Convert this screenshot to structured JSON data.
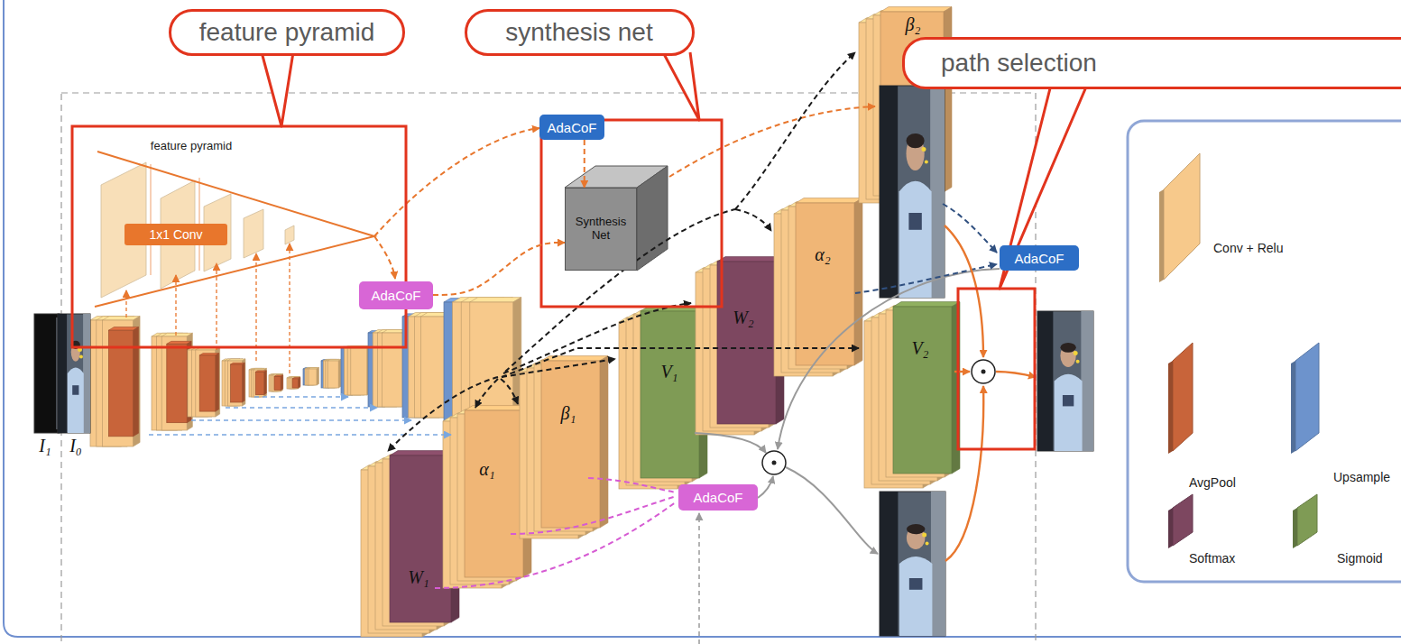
{
  "diagram": {
    "nodes": [
      {
        "text": [
          "feature pyramid"
        ]
      },
      {
        "text": [
          "synthesis net"
        ]
      },
      {
        "text": [
          "path selection"
        ]
      },
      {
        "text": [
          "1x1 Conv"
        ]
      },
      {
        "text": [
          "AdaCoF"
        ]
      },
      {
        "text": [
          "Synthesis Net"
        ]
      },
      {
        "text": [
          "AdaCoF"
        ]
      },
      {
        "text": [
          "AdaCoF"
        ]
      },
      {
        "text": [
          "AdaCoF"
        ]
      }
    ],
    "edges": [
      {
        "from": 4,
        "to": 5,
        "arrow": "to"
      },
      {
        "from": 6,
        "to": 5,
        "arrow": "to"
      }
    ],
    "labels": [
      "feature pyramid",
      "β₂",
      "α₂",
      "W₂",
      "V₁",
      "V₂",
      "β₁",
      "α₁",
      "W₁",
      "I₁",
      "I₀"
    ],
    "legend": [
      {
        "text": "Conv + Relu",
        "color": "#f7c98b"
      },
      {
        "text": "AvgPool",
        "color": "#c8643a"
      },
      {
        "text": "Upsample",
        "color": "#6d93cc"
      },
      {
        "text": "Softmax",
        "color": "#7d4760"
      },
      {
        "text": "Sigmoid",
        "color": "#7f9b55"
      }
    ]
  }
}
